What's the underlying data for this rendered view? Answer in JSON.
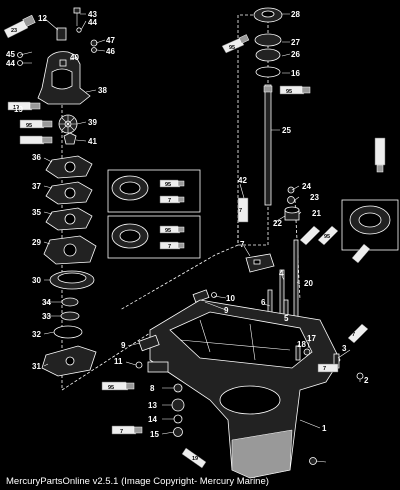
{
  "footer": "MercuryPartsOnline v2.5.1 (Image Copyright- Mercury Marine)",
  "callouts": [
    {
      "id": "c43",
      "text": "43"
    },
    {
      "id": "c44a",
      "text": "44"
    },
    {
      "id": "c12",
      "text": "12"
    },
    {
      "id": "c45",
      "text": "45"
    },
    {
      "id": "c44b",
      "text": "44"
    },
    {
      "id": "c47",
      "text": "47"
    },
    {
      "id": "c46",
      "text": "46"
    },
    {
      "id": "c40",
      "text": "40"
    },
    {
      "id": "c38",
      "text": "38"
    },
    {
      "id": "c39",
      "text": "39"
    },
    {
      "id": "c41",
      "text": "41"
    },
    {
      "id": "c36",
      "text": "36"
    },
    {
      "id": "c37",
      "text": "37"
    },
    {
      "id": "c35",
      "text": "35"
    },
    {
      "id": "c29",
      "text": "29"
    },
    {
      "id": "c30",
      "text": "30"
    },
    {
      "id": "c34",
      "text": "34"
    },
    {
      "id": "c33",
      "text": "33"
    },
    {
      "id": "c32",
      "text": "32"
    },
    {
      "id": "c31",
      "text": "31"
    },
    {
      "id": "c28",
      "text": "28"
    },
    {
      "id": "c27",
      "text": "27"
    },
    {
      "id": "c26",
      "text": "26"
    },
    {
      "id": "c16",
      "text": "16"
    },
    {
      "id": "c25",
      "text": "25"
    },
    {
      "id": "c24",
      "text": "24"
    },
    {
      "id": "c23",
      "text": "23"
    },
    {
      "id": "c21",
      "text": "21"
    },
    {
      "id": "c22",
      "text": "22"
    },
    {
      "id": "c42",
      "text": "42"
    },
    {
      "id": "c7a",
      "text": "7"
    },
    {
      "id": "c20",
      "text": "20"
    },
    {
      "id": "c10",
      "text": "10"
    },
    {
      "id": "c9a",
      "text": "9"
    },
    {
      "id": "c4",
      "text": "4"
    },
    {
      "id": "c6",
      "text": "6"
    },
    {
      "id": "c5",
      "text": "5"
    },
    {
      "id": "c17",
      "text": "17"
    },
    {
      "id": "c18",
      "text": "18"
    },
    {
      "id": "c9b",
      "text": "9"
    },
    {
      "id": "c11",
      "text": "11"
    },
    {
      "id": "c8",
      "text": "8"
    },
    {
      "id": "c13",
      "text": "13"
    },
    {
      "id": "c14",
      "text": "14"
    },
    {
      "id": "c15",
      "text": "15"
    },
    {
      "id": "c3",
      "text": "3"
    },
    {
      "id": "c2",
      "text": "2"
    },
    {
      "id": "c1",
      "text": "1"
    },
    {
      "id": "c19",
      "text": "19"
    }
  ],
  "tubes": [
    {
      "id": "t23",
      "text": "23"
    },
    {
      "id": "t19",
      "text": "19"
    },
    {
      "id": "t95a",
      "text": "95"
    },
    {
      "id": "t95b",
      "text": "95"
    },
    {
      "id": "t95c",
      "text": "95"
    },
    {
      "id": "t7a",
      "text": "7"
    },
    {
      "id": "t7b",
      "text": "7"
    },
    {
      "id": "t95d",
      "text": "95"
    },
    {
      "id": "t95e",
      "text": "95"
    },
    {
      "id": "t7c",
      "text": "7"
    },
    {
      "id": "t7d",
      "text": "7"
    },
    {
      "id": "t95f",
      "text": "95"
    },
    {
      "id": "t7e",
      "text": "7"
    },
    {
      "id": "t95g",
      "text": "95"
    },
    {
      "id": "t7f",
      "text": "7"
    },
    {
      "id": "t19b",
      "text": "19"
    }
  ]
}
